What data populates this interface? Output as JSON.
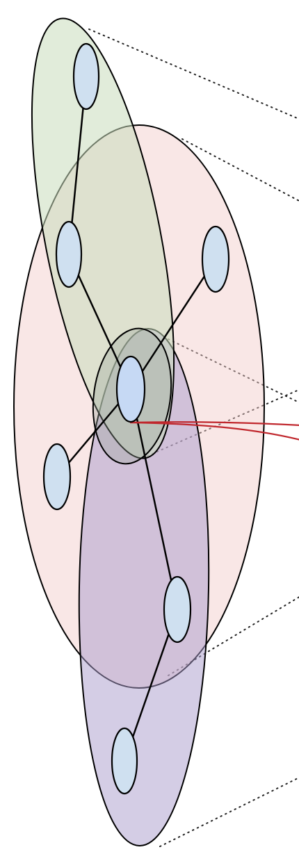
{
  "diagram": {
    "colors": {
      "background": "#ffffff",
      "green_region": "#c9dcbc",
      "pink_region": "#f1c9c7",
      "purple_region": "#a99bcb",
      "node_fill": "#cfe0f0",
      "center_node_fill": "#c6d9f4",
      "edge": "#000000",
      "red_link": "#c0272d",
      "dotted_leader": "#222222"
    },
    "regions": [
      {
        "id": "green",
        "name": "green-cluster-region"
      },
      {
        "id": "pink",
        "name": "pink-cluster-region"
      },
      {
        "id": "small",
        "name": "small-center-region"
      },
      {
        "id": "purple",
        "name": "purple-cluster-region"
      }
    ],
    "nodes": [
      {
        "id": "g1",
        "name": "node-green-top"
      },
      {
        "id": "g2",
        "name": "node-green-mid"
      },
      {
        "id": "r1",
        "name": "node-right-upper"
      },
      {
        "id": "c",
        "name": "node-center"
      },
      {
        "id": "l1",
        "name": "node-left-lower"
      },
      {
        "id": "p1",
        "name": "node-purple-mid"
      },
      {
        "id": "p2",
        "name": "node-purple-bottom"
      }
    ],
    "edges": [
      [
        "g1",
        "g2"
      ],
      [
        "g2",
        "c"
      ],
      [
        "c",
        "r1"
      ],
      [
        "c",
        "l1"
      ],
      [
        "c",
        "p1"
      ],
      [
        "p1",
        "p2"
      ]
    ]
  }
}
